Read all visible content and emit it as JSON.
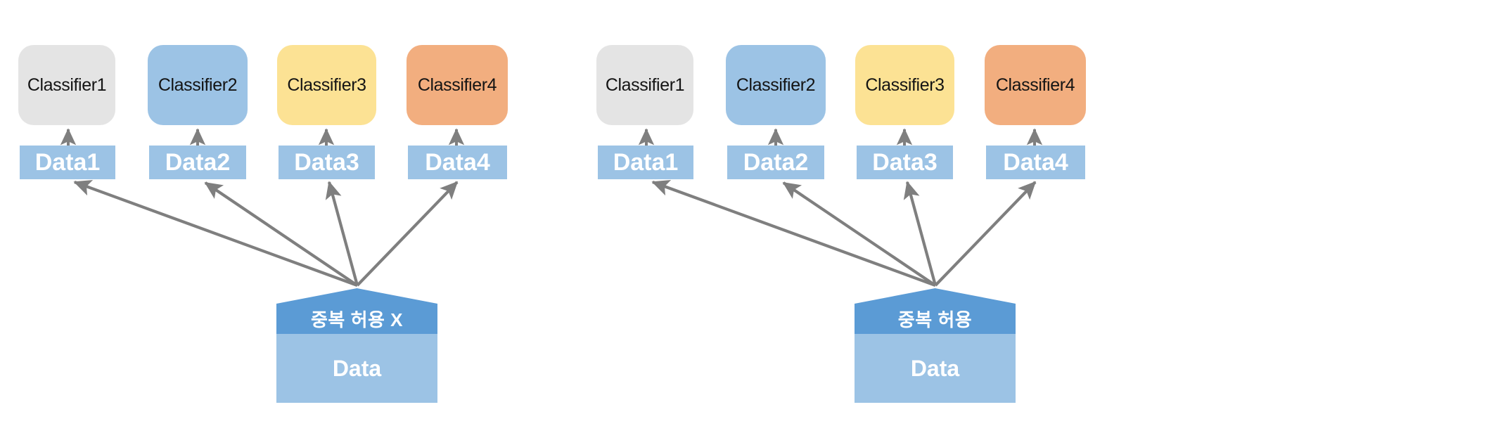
{
  "diagram": {
    "title": "Bagging vs Pasting sampling diagram",
    "colors": {
      "gray": "#E4E4E4",
      "blue": "#9CC3E5",
      "yellow": "#FCE294",
      "orange": "#F2AE7F",
      "dark_blue": "#5B9BD5",
      "arrow_gray": "#7F7F7F",
      "background": "#FFFFFF",
      "classifier_text": "#141414",
      "data_text": "#FFFFFF"
    },
    "groups": [
      {
        "id": "left",
        "name": "no-replacement-group",
        "classifiers": [
          {
            "label": "Classifier1",
            "color": "#E4E4E4"
          },
          {
            "label": "Classifier2",
            "color": "#9CC3E5"
          },
          {
            "label": "Classifier3",
            "color": "#FCE294"
          },
          {
            "label": "Classifier4",
            "color": "#F2AE7F"
          }
        ],
        "data_subsets": [
          {
            "label": "Data1"
          },
          {
            "label": "Data2"
          },
          {
            "label": "Data3"
          },
          {
            "label": "Data4"
          }
        ],
        "source": {
          "header_label": "중복 허용 X",
          "body_label": "Data"
        }
      },
      {
        "id": "right",
        "name": "with-replacement-group",
        "classifiers": [
          {
            "label": "Classifier1",
            "color": "#E4E4E4"
          },
          {
            "label": "Classifier2",
            "color": "#9CC3E5"
          },
          {
            "label": "Classifier3",
            "color": "#FCE294"
          },
          {
            "label": "Classifier4",
            "color": "#F2AE7F"
          }
        ],
        "data_subsets": [
          {
            "label": "Data1"
          },
          {
            "label": "Data2"
          },
          {
            "label": "Data3"
          },
          {
            "label": "Data4"
          }
        ],
        "source": {
          "header_label": "중복 허용",
          "body_label": "Data"
        }
      }
    ]
  }
}
